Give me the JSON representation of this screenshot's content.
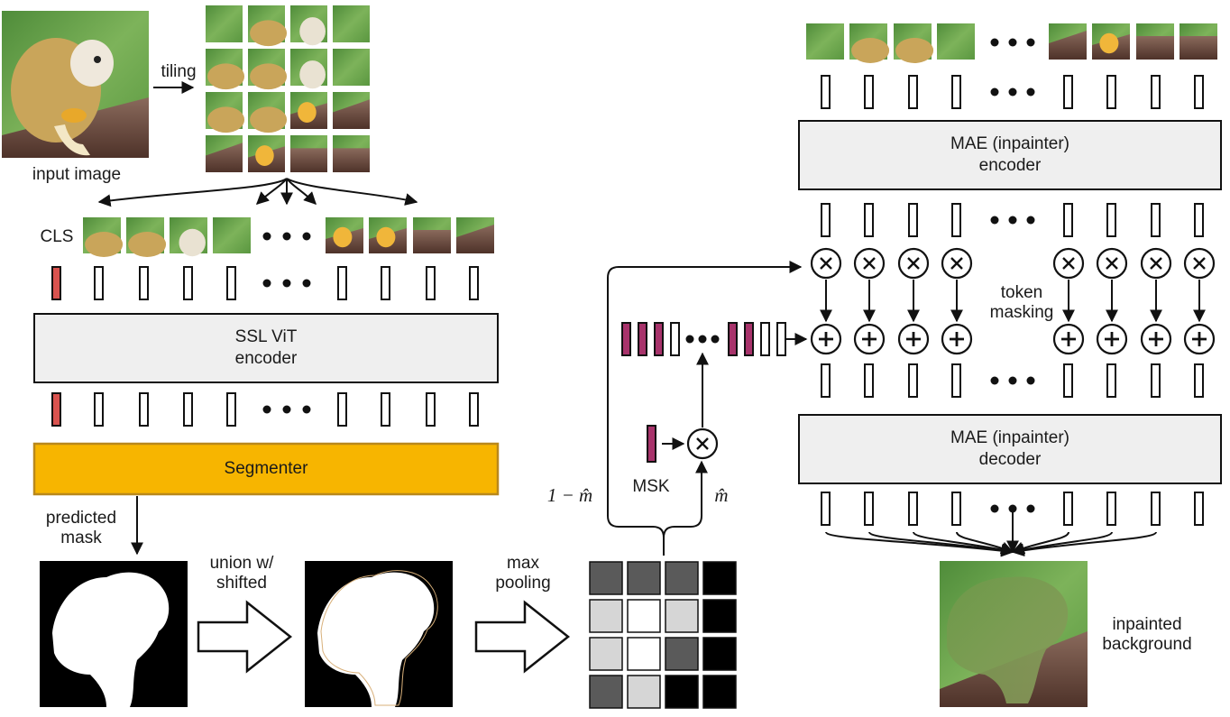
{
  "labels": {
    "input_image": "input image",
    "tiling": "tiling",
    "cls": "CLS",
    "vit_encoder": "SSL ViT\nencoder",
    "segmenter": "Segmenter",
    "predicted_mask": "predicted\nmask",
    "union_shifted": "union w/\nshifted",
    "max_pooling": "max\npooling",
    "one_minus_m": "1 − m̂",
    "msk": "MSK",
    "m_hat": "m̂",
    "mae_encoder": "MAE (inpainter)\nencoder",
    "mae_decoder": "MAE (inpainter)\ndecoder",
    "token_masking": "token\nmasking",
    "inpainted_background": "inpainted\nbackground"
  },
  "pooled_mask_grid": [
    [
      "dark",
      "dark",
      "dark",
      "black"
    ],
    [
      "light",
      "white",
      "light",
      "black"
    ],
    [
      "light",
      "white",
      "dark",
      "black"
    ],
    [
      "dark",
      "light",
      "black",
      "black"
    ]
  ],
  "colors": {
    "cls_token": "#d9534f",
    "mask_token": "#a8336b",
    "segmenter_fill": "#f7b500",
    "segmenter_border": "#b9881c",
    "encoder_fill": "#efefef",
    "grass": "#5f9a43",
    "log": "#6b4a3f",
    "monkey_fur": "#c9a55a",
    "inpainted": "#7b8f52"
  },
  "icons": [
    "multiply-icon",
    "add-icon",
    "arrow-icon",
    "ellipsis-icon",
    "hollow-arrow-icon"
  ]
}
